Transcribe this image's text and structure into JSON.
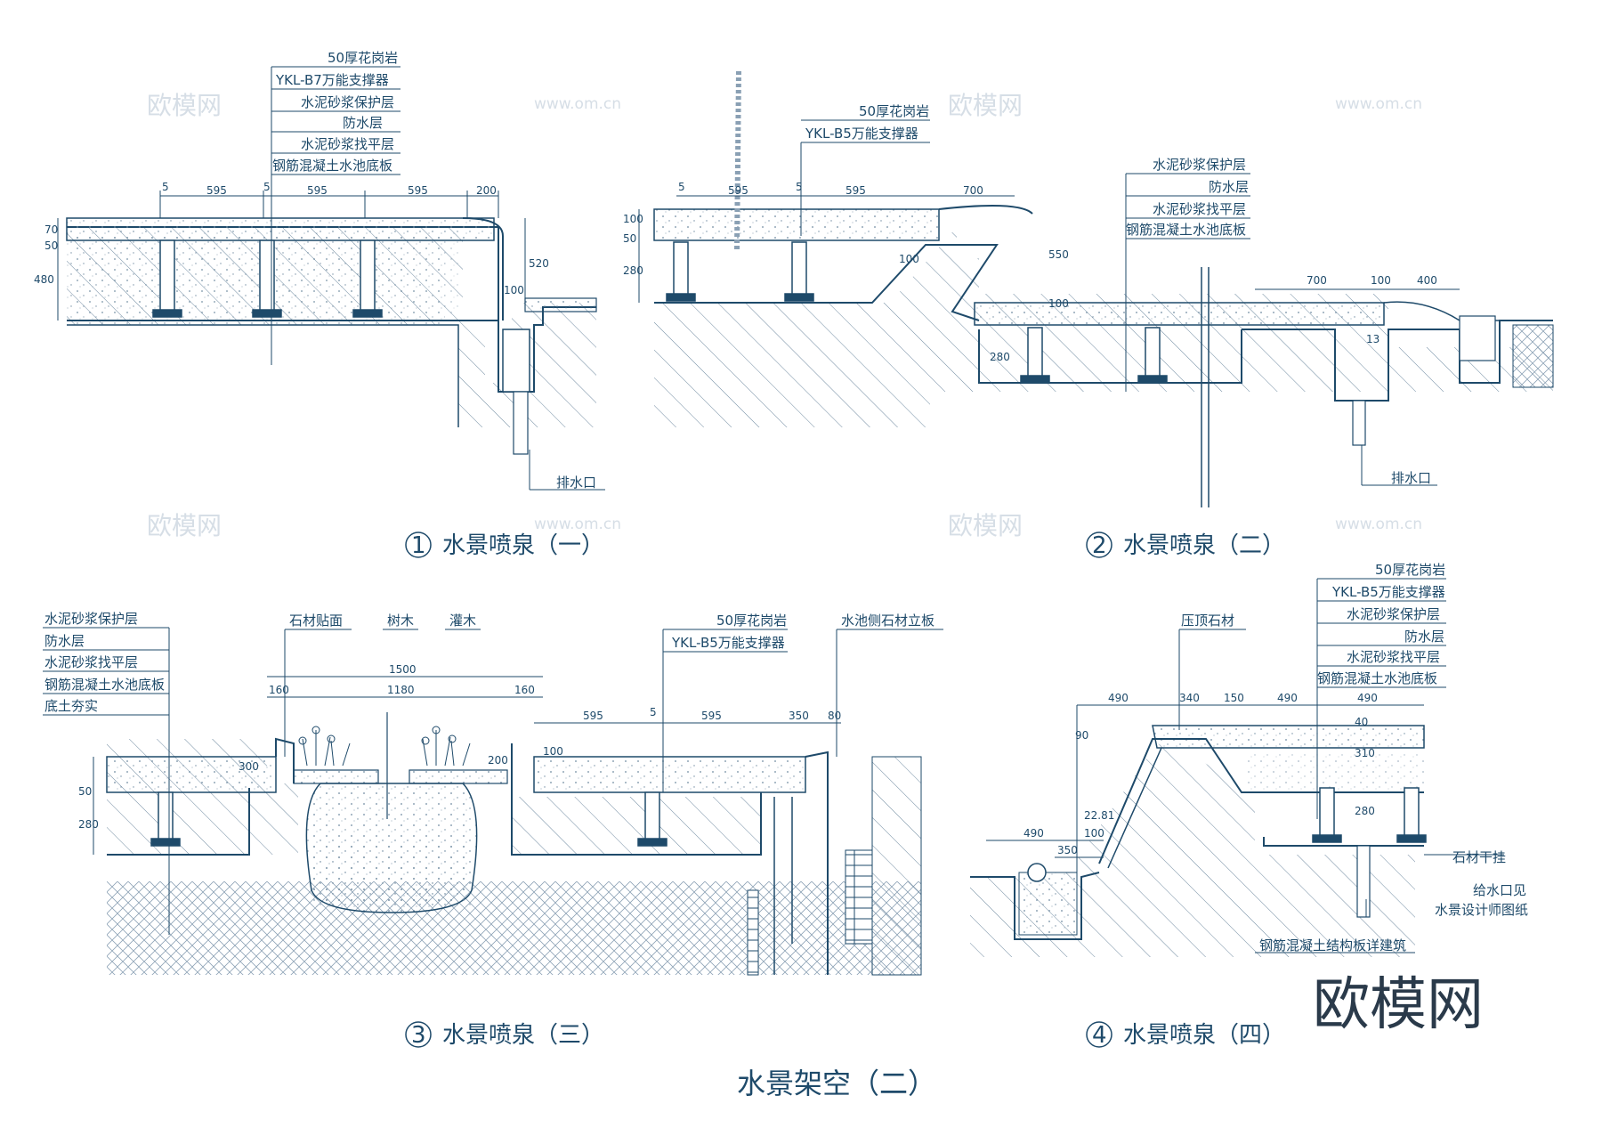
{
  "page_title": "水景架空（二）",
  "watermark": {
    "brand": "欧模网",
    "site": "www.om.cn",
    "corner_brand": "欧模网"
  },
  "colors": {
    "line": "#1e4a6a",
    "hatch": "#6f8aa0",
    "paper": "#ffffff"
  },
  "sections": [
    {
      "number": "1",
      "title": "水景喷泉（一）",
      "layer_labels": [
        "50厚花岗岩",
        "YKL-B7万能支撑器",
        "水泥砂浆保护层",
        "防水层",
        "水泥砂浆找平层",
        "钢筋混凝土水池底板"
      ],
      "dims_top": [
        "5",
        "595",
        "5",
        "595",
        "595",
        "200"
      ],
      "dims_left": [
        "70",
        "50",
        "480"
      ],
      "dims_right": [
        "520",
        "100"
      ],
      "callouts": [
        "排水口"
      ]
    },
    {
      "number": "2",
      "title": "水景喷泉（二）",
      "layer_labels_a": [
        "50厚花岗岩",
        "YKL-B5万能支撑器"
      ],
      "layer_labels_b": [
        "水泥砂浆保护层",
        "防水层",
        "水泥砂浆找平层",
        "钢筋混凝土水池底板"
      ],
      "dims_top": [
        "5",
        "595",
        "5",
        "595",
        "700"
      ],
      "dims_right": [
        "700",
        "100",
        "400"
      ],
      "dims_left": [
        "100",
        "50",
        "280"
      ],
      "dims_mid": [
        "550",
        "100",
        "280",
        "100",
        "13"
      ],
      "callouts": [
        "排水口"
      ]
    },
    {
      "number": "3",
      "title": "水景喷泉（三）",
      "layer_labels": [
        "水泥砂浆保护层",
        "防水层",
        "水泥砂浆找平层",
        "钢筋混凝土水池底板",
        "底土夯实"
      ],
      "top_labels": [
        "石材贴面",
        "树木",
        "灌木",
        "50厚花岗岩",
        "YKL-B5万能支撑器",
        "水池侧石材立板"
      ],
      "dims_top": [
        "1500",
        "160",
        "1180",
        "160",
        "595",
        "5",
        "595",
        "350",
        "80"
      ],
      "dims_left": [
        "50",
        "280"
      ],
      "dims_mid": [
        "300",
        "200",
        "100"
      ]
    },
    {
      "number": "4",
      "title": "水景喷泉（四）",
      "layer_labels": [
        "50厚花岗岩",
        "YKL-B5万能支撑器",
        "水泥砂浆保护层",
        "防水层",
        "水泥砂浆找平层",
        "钢筋混凝土水池底板"
      ],
      "top_labels": [
        "压顶石材"
      ],
      "dims_top": [
        "490",
        "340",
        "150",
        "490",
        "490"
      ],
      "dims_misc": [
        "90",
        "22.81",
        "490",
        "350",
        "100",
        "40",
        "310",
        "280"
      ],
      "side_labels": [
        "石材干挂",
        "给水口见",
        "水景设计师图纸",
        "钢筋混凝土结构板详建筑"
      ]
    }
  ]
}
